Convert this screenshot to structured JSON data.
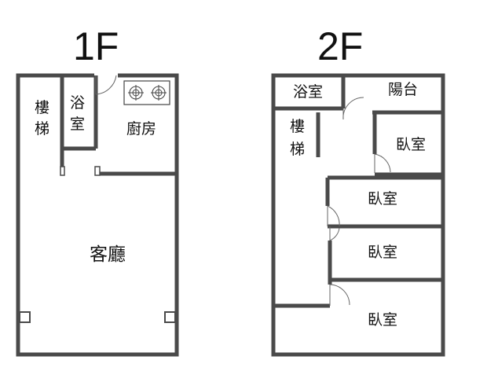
{
  "floors": [
    {
      "title": "1F",
      "rooms": {
        "stairs_line1": "樓",
        "stairs_line2": "梯",
        "bath_line1": "浴",
        "bath_line2": "室",
        "kitchen": "廚房",
        "living": "客廳"
      }
    },
    {
      "title": "2F",
      "rooms": {
        "bath": "浴室",
        "balcony": "陽台",
        "stairs_line1": "樓",
        "stairs_line2": "梯",
        "bedroom1": "臥室",
        "bedroom2": "臥室",
        "bedroom3": "臥室",
        "bedroom4": "臥室"
      }
    }
  ],
  "colors": {
    "wall": "#4a4a4a",
    "text": "#111111",
    "background": "#ffffff"
  },
  "icons": [
    "stove-burner-icon",
    "door-swing-icon"
  ]
}
